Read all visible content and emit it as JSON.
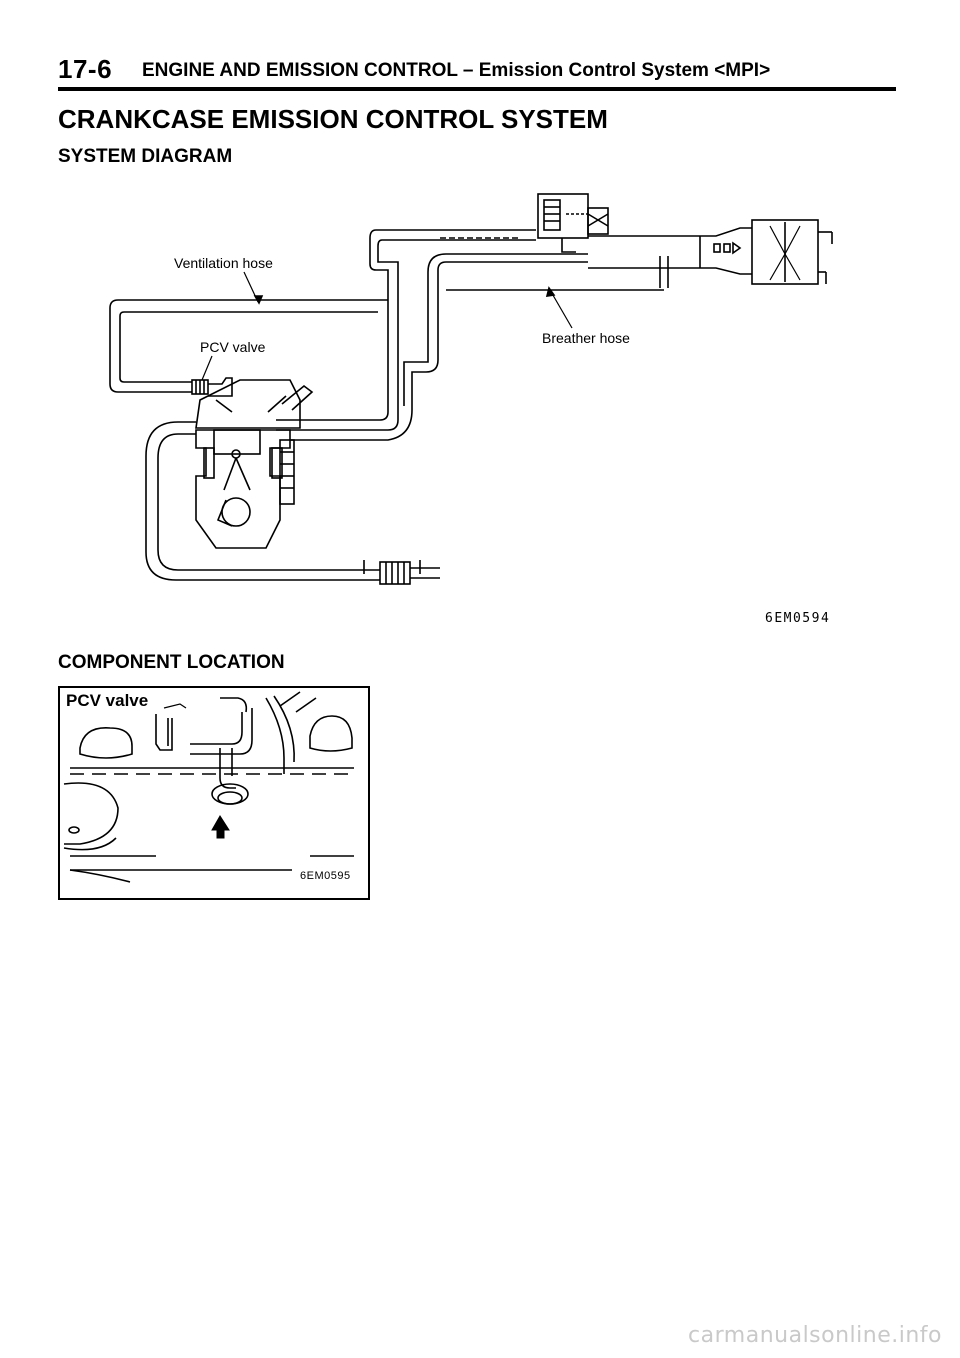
{
  "header": {
    "page_number": "17-6",
    "section": "ENGINE AND EMISSION CONTROL – Emission Control System <MPI>"
  },
  "title": "CRANKCASE EMISSION CONTROL SYSTEM",
  "diagram": {
    "heading": "SYSTEM DIAGRAM",
    "labels": {
      "ventilation_hose": "Ventilation hose",
      "pcv_valve": "PCV valve",
      "breather_hose": "Breather hose"
    },
    "figure_code": "6EM0594"
  },
  "component": {
    "heading": "COMPONENT LOCATION",
    "photo_label": "PCV valve",
    "figure_code": "6EM0595"
  },
  "watermark": "carmanualsonline.info"
}
